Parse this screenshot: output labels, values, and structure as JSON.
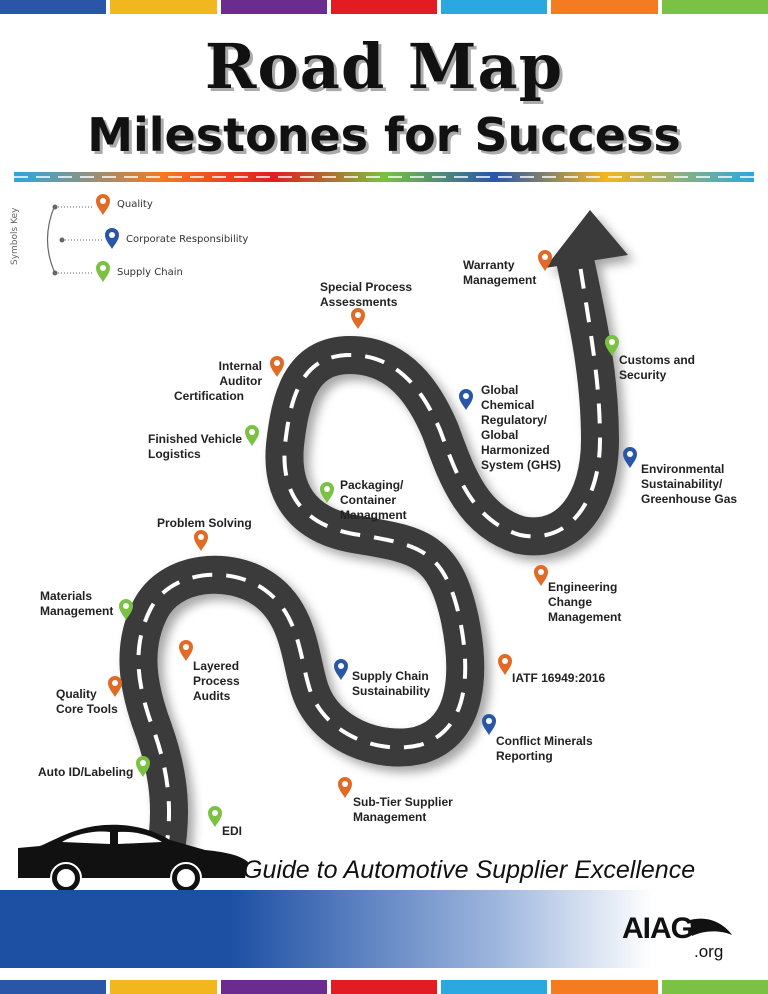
{
  "title": "Road Map",
  "subtitle": "Milestones for Success",
  "tagline": "Guide to Automotive Supplier Excellence",
  "logo": {
    "brand": "AIAG",
    "suffix": ".org"
  },
  "colors": {
    "quality": "#e06a26",
    "corporate": "#2a56a8",
    "supply": "#7bc143",
    "road": "#3a3a3a",
    "bars": [
      "#2a56a8",
      "#f2b61f",
      "#6a2c8f",
      "#e31b23",
      "#2aa8df",
      "#f47b20",
      "#7bc143"
    ]
  },
  "symbols_key": {
    "title": "Symbols Key",
    "items": [
      {
        "label": "Quality",
        "type": "quality"
      },
      {
        "label": "Corporate Responsibility",
        "type": "corporate"
      },
      {
        "label": "Supply Chain",
        "type": "supply"
      }
    ]
  },
  "milestones": [
    {
      "id": "warranty",
      "lines": [
        "Warranty",
        "Management"
      ],
      "type": "quality"
    },
    {
      "id": "special",
      "lines": [
        "Special Process",
        "Assessments"
      ],
      "type": "quality"
    },
    {
      "id": "internal",
      "lines": [
        "Internal Auditor",
        "Certification"
      ],
      "type": "quality"
    },
    {
      "id": "customs",
      "lines": [
        "Customs and",
        "Security"
      ],
      "type": "supply"
    },
    {
      "id": "global",
      "lines": [
        "Global",
        "Chemical",
        "Regulatory/",
        "Global",
        "Harmonized",
        "System (GHS)"
      ],
      "type": "corporate"
    },
    {
      "id": "finished",
      "lines": [
        "Finished Vehicle",
        "Logistics"
      ],
      "type": "supply"
    },
    {
      "id": "environmental",
      "lines": [
        "Environmental",
        "Sustainability/",
        "Greenhouse Gas"
      ],
      "type": "corporate"
    },
    {
      "id": "packaging",
      "lines": [
        "Packaging/",
        "Container",
        "Managment"
      ],
      "type": "supply"
    },
    {
      "id": "problem",
      "lines": [
        "Problem Solving"
      ],
      "type": "quality"
    },
    {
      "id": "engineering",
      "lines": [
        "Engineering",
        "Change",
        "Management"
      ],
      "type": "quality"
    },
    {
      "id": "materials",
      "lines": [
        "Materials",
        "Management"
      ],
      "type": "supply"
    },
    {
      "id": "layered",
      "lines": [
        "Layered",
        "Process",
        "Audits"
      ],
      "type": "quality"
    },
    {
      "id": "supplysust",
      "lines": [
        "Supply Chain",
        "Sustainability"
      ],
      "type": "corporate"
    },
    {
      "id": "iatf",
      "lines": [
        "IATF 16949:2016"
      ],
      "type": "quality"
    },
    {
      "id": "qualitycore",
      "lines": [
        "Quality",
        "Core Tools"
      ],
      "type": "quality"
    },
    {
      "id": "conflict",
      "lines": [
        "Conflict Minerals",
        "Reporting"
      ],
      "type": "corporate"
    },
    {
      "id": "autoid",
      "lines": [
        "Auto ID/Labeling"
      ],
      "type": "supply"
    },
    {
      "id": "subtier",
      "lines": [
        "Sub-Tier Supplier",
        "Management"
      ],
      "type": "quality"
    },
    {
      "id": "edi",
      "lines": [
        "EDI"
      ],
      "type": "supply"
    }
  ]
}
